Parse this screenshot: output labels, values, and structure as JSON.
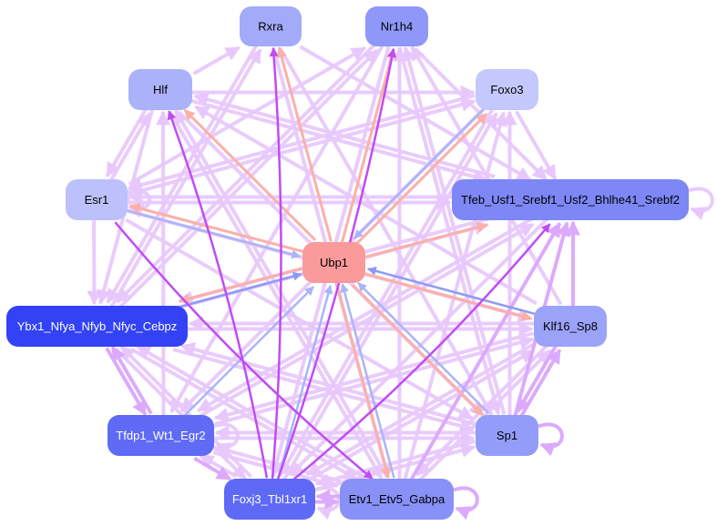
{
  "diagram": {
    "type": "directed-network",
    "nodes": [
      {
        "id": "Rxra",
        "label": "Rxra",
        "fill": "#a3aaf9",
        "text": "#000000"
      },
      {
        "id": "Nr1h4",
        "label": "Nr1h4",
        "fill": "#8f98f8",
        "text": "#000000"
      },
      {
        "id": "Hlf",
        "label": "Hlf",
        "fill": "#abb2fa",
        "text": "#000000"
      },
      {
        "id": "Foxo3",
        "label": "Foxo3",
        "fill": "#c4c8fc",
        "text": "#000000"
      },
      {
        "id": "Esr1",
        "label": "Esr1",
        "fill": "#bcc1fb",
        "text": "#000000"
      },
      {
        "id": "Tfeb",
        "label": "Tfeb_Usf1_Srebf1_Usf2_Bhlhe41_Srebf2",
        "fill": "#7d87f6",
        "text": "#000000"
      },
      {
        "id": "Ubp1",
        "label": "Ubp1",
        "fill": "#fb9a9a",
        "text": "#000000"
      },
      {
        "id": "Ybx1",
        "label": "Ybx1_Nfya_Nfyb_Nfyc_Cebpz",
        "fill": "#3342f5",
        "text": "#ffffff"
      },
      {
        "id": "Klf16",
        "label": "Klf16_Sp8",
        "fill": "#9ba3f9",
        "text": "#000000"
      },
      {
        "id": "Tfdp1",
        "label": "Tfdp1_Wt1_Egr2",
        "fill": "#5f6bf5",
        "text": "#ffffff"
      },
      {
        "id": "Sp1",
        "label": "Sp1",
        "fill": "#939cf8",
        "text": "#000000"
      },
      {
        "id": "Foxj3",
        "label": "Foxj3_Tbl1xr1",
        "fill": "#5e6af5",
        "text": "#ffffff"
      },
      {
        "id": "Etv1",
        "label": "Etv1_Etv5_Gabpa",
        "fill": "#8891f7",
        "text": "#000000"
      }
    ],
    "edge_colors": {
      "light-purple": "#e8c8fc",
      "purple": "#dcaafc",
      "strong-purple": "#c04cf5",
      "salmon": "#fbb0a8",
      "light-blue": "#aab4f8",
      "blue": "#8c9af6"
    },
    "edges": [
      {
        "from": "Hlf",
        "to": "Rxra",
        "kind": "light-purple"
      },
      {
        "from": "Esr1",
        "to": "Hlf",
        "kind": "light-purple"
      },
      {
        "from": "Hlf",
        "to": "Esr1",
        "kind": "light-purple"
      },
      {
        "from": "Ubp1",
        "to": "Hlf",
        "kind": "salmon"
      },
      {
        "from": "Ubp1",
        "to": "Rxra",
        "kind": "salmon"
      },
      {
        "from": "Ubp1",
        "to": "Nr1h4",
        "kind": "salmon"
      },
      {
        "from": "Ubp1",
        "to": "Foxo3",
        "kind": "salmon"
      },
      {
        "from": "Ubp1",
        "to": "Tfeb",
        "kind": "salmon"
      },
      {
        "from": "Ubp1",
        "to": "Esr1",
        "kind": "salmon"
      },
      {
        "from": "Ubp1",
        "to": "Ybx1",
        "kind": "salmon"
      },
      {
        "from": "Ubp1",
        "to": "Klf16",
        "kind": "salmon"
      },
      {
        "from": "Ubp1",
        "to": "Sp1",
        "kind": "salmon"
      },
      {
        "from": "Ubp1",
        "to": "Etv1",
        "kind": "salmon"
      },
      {
        "from": "Foxo3",
        "to": "Ubp1",
        "kind": "light-blue"
      },
      {
        "from": "Esr1",
        "to": "Ubp1",
        "kind": "light-blue"
      },
      {
        "from": "Ybx1",
        "to": "Ubp1",
        "kind": "blue"
      },
      {
        "from": "Klf16",
        "to": "Ubp1",
        "kind": "blue"
      },
      {
        "from": "Tfdp1",
        "to": "Ubp1",
        "kind": "light-blue"
      },
      {
        "from": "Foxj3",
        "to": "Ubp1",
        "kind": "light-blue"
      },
      {
        "from": "Sp1",
        "to": "Ubp1",
        "kind": "light-blue"
      },
      {
        "from": "Etv1",
        "to": "Ubp1",
        "kind": "light-blue"
      },
      {
        "from": "Foxj3",
        "to": "Nr1h4",
        "kind": "strong-purple"
      },
      {
        "from": "Foxj3",
        "to": "Rxra",
        "kind": "strong-purple"
      },
      {
        "from": "Foxj3",
        "to": "Hlf",
        "kind": "strong-purple"
      },
      {
        "from": "Esr1",
        "to": "Etv1",
        "kind": "strong-purple"
      },
      {
        "from": "Foxj3",
        "to": "Tfeb",
        "kind": "strong-purple"
      },
      {
        "from": "Tfdp1",
        "to": "Ybx1",
        "kind": "purple"
      },
      {
        "from": "Ybx1",
        "to": "Tfdp1",
        "kind": "purple"
      },
      {
        "from": "Tfdp1",
        "to": "Foxj3",
        "kind": "purple"
      },
      {
        "from": "Sp1",
        "to": "Klf16",
        "kind": "purple"
      },
      {
        "from": "Klf16",
        "to": "Sp1",
        "kind": "purple"
      },
      {
        "from": "Klf16",
        "to": "Tfeb",
        "kind": "purple"
      },
      {
        "from": "Sp1",
        "to": "Tfeb",
        "kind": "purple"
      },
      {
        "from": "Etv1",
        "to": "Tfeb",
        "kind": "purple"
      },
      {
        "from": "Foxj3",
        "to": "Etv1",
        "kind": "purple"
      },
      {
        "from": "Etv1",
        "to": "Foxj3",
        "kind": "purple"
      },
      {
        "from": "Hlf",
        "to": "Tfeb",
        "kind": "light-purple"
      },
      {
        "from": "Hlf",
        "to": "Foxo3",
        "kind": "light-purple"
      },
      {
        "from": "Hlf",
        "to": "Sp1",
        "kind": "light-purple"
      },
      {
        "from": "Hlf",
        "to": "Etv1",
        "kind": "light-purple"
      },
      {
        "from": "Hlf",
        "to": "Ybx1",
        "kind": "light-purple"
      },
      {
        "from": "Rxra",
        "to": "Etv1",
        "kind": "light-purple"
      },
      {
        "from": "Rxra",
        "to": "Sp1",
        "kind": "light-purple"
      },
      {
        "from": "Rxra",
        "to": "Tfeb",
        "kind": "light-purple"
      },
      {
        "from": "Rxra",
        "to": "Ybx1",
        "kind": "light-purple"
      },
      {
        "from": "Nr1h4",
        "to": "Ybx1",
        "kind": "light-purple"
      },
      {
        "from": "Nr1h4",
        "to": "Tfeb",
        "kind": "light-purple"
      },
      {
        "from": "Nr1h4",
        "to": "Sp1",
        "kind": "light-purple"
      },
      {
        "from": "Nr1h4",
        "to": "Foxj3",
        "kind": "light-purple"
      },
      {
        "from": "Nr1h4",
        "to": "Tfdp1",
        "kind": "light-purple"
      },
      {
        "from": "Foxo3",
        "to": "Tfeb",
        "kind": "light-purple"
      },
      {
        "from": "Foxo3",
        "to": "Foxj3",
        "kind": "light-purple"
      },
      {
        "from": "Foxo3",
        "to": "Tfdp1",
        "kind": "light-purple"
      },
      {
        "from": "Foxo3",
        "to": "Esr1",
        "kind": "light-purple"
      },
      {
        "from": "Esr1",
        "to": "Foxo3",
        "kind": "light-purple"
      },
      {
        "from": "Esr1",
        "to": "Tfeb",
        "kind": "light-purple"
      },
      {
        "from": "Esr1",
        "to": "Ybx1",
        "kind": "light-purple"
      },
      {
        "from": "Esr1",
        "to": "Klf16",
        "kind": "light-purple"
      },
      {
        "from": "Esr1",
        "to": "Sp1",
        "kind": "light-purple"
      },
      {
        "from": "Esr1",
        "to": "Nr1h4",
        "kind": "light-purple"
      },
      {
        "from": "Tfeb",
        "to": "Ybx1",
        "kind": "light-purple"
      },
      {
        "from": "Tfeb",
        "to": "Tfdp1",
        "kind": "light-purple"
      },
      {
        "from": "Tfeb",
        "to": "Foxj3",
        "kind": "light-purple"
      },
      {
        "from": "Tfeb",
        "to": "Esr1",
        "kind": "light-purple"
      },
      {
        "from": "Tfeb",
        "to": "Hlf",
        "kind": "light-purple"
      },
      {
        "from": "Ybx1",
        "to": "Tfeb",
        "kind": "light-purple"
      },
      {
        "from": "Ybx1",
        "to": "Klf16",
        "kind": "light-purple"
      },
      {
        "from": "Ybx1",
        "to": "Sp1",
        "kind": "light-purple"
      },
      {
        "from": "Ybx1",
        "to": "Etv1",
        "kind": "light-purple"
      },
      {
        "from": "Ybx1",
        "to": "Foxj3",
        "kind": "light-purple"
      },
      {
        "from": "Ybx1",
        "to": "Rxra",
        "kind": "light-purple"
      },
      {
        "from": "Ybx1",
        "to": "Nr1h4",
        "kind": "light-purple"
      },
      {
        "from": "Klf16",
        "to": "Ybx1",
        "kind": "light-purple"
      },
      {
        "from": "Klf16",
        "to": "Tfdp1",
        "kind": "light-purple"
      },
      {
        "from": "Klf16",
        "to": "Foxj3",
        "kind": "light-purple"
      },
      {
        "from": "Klf16",
        "to": "Etv1",
        "kind": "light-purple"
      },
      {
        "from": "Klf16",
        "to": "Hlf",
        "kind": "light-purple"
      },
      {
        "from": "Klf16",
        "to": "Nr1h4",
        "kind": "light-purple"
      },
      {
        "from": "Sp1",
        "to": "Ybx1",
        "kind": "light-purple"
      },
      {
        "from": "Sp1",
        "to": "Tfdp1",
        "kind": "light-purple"
      },
      {
        "from": "Sp1",
        "to": "Foxj3",
        "kind": "light-purple"
      },
      {
        "from": "Sp1",
        "to": "Nr1h4",
        "kind": "light-purple"
      },
      {
        "from": "Sp1",
        "to": "Foxo3",
        "kind": "light-purple"
      },
      {
        "from": "Tfdp1",
        "to": "Tfeb",
        "kind": "light-purple"
      },
      {
        "from": "Tfdp1",
        "to": "Sp1",
        "kind": "light-purple"
      },
      {
        "from": "Tfdp1",
        "to": "Klf16",
        "kind": "light-purple"
      },
      {
        "from": "Tfdp1",
        "to": "Hlf",
        "kind": "light-purple"
      },
      {
        "from": "Tfdp1",
        "to": "Etv1",
        "kind": "light-purple"
      },
      {
        "from": "Foxj3",
        "to": "Ybx1",
        "kind": "light-purple"
      },
      {
        "from": "Foxj3",
        "to": "Sp1",
        "kind": "light-purple"
      },
      {
        "from": "Foxj3",
        "to": "Klf16",
        "kind": "light-purple"
      },
      {
        "from": "Foxj3",
        "to": "Tfdp1",
        "kind": "light-purple"
      },
      {
        "from": "Foxj3",
        "to": "Foxo3",
        "kind": "light-purple"
      },
      {
        "from": "Etv1",
        "to": "Ybx1",
        "kind": "light-purple"
      },
      {
        "from": "Etv1",
        "to": "Tfdp1",
        "kind": "light-purple"
      },
      {
        "from": "Etv1",
        "to": "Klf16",
        "kind": "light-purple"
      },
      {
        "from": "Etv1",
        "to": "Nr1h4",
        "kind": "light-purple"
      },
      {
        "from": "Etv1",
        "to": "Hlf",
        "kind": "light-purple"
      },
      {
        "from": "Etv1",
        "to": "Foxo3",
        "kind": "light-purple"
      },
      {
        "from": "Tfeb",
        "to": "Tfeb",
        "kind": "light-purple",
        "self": true
      },
      {
        "from": "Sp1",
        "to": "Sp1",
        "kind": "purple",
        "self": true
      },
      {
        "from": "Etv1",
        "to": "Etv1",
        "kind": "purple",
        "self": true
      },
      {
        "from": "Tfdp1",
        "to": "Tfdp1",
        "kind": "light-purple",
        "self": true
      },
      {
        "from": "Esr1",
        "to": "Esr1",
        "kind": "light-purple",
        "self": true
      },
      {
        "from": "Foxj3",
        "to": "Foxj3",
        "kind": "light-purple",
        "self": true
      }
    ]
  }
}
